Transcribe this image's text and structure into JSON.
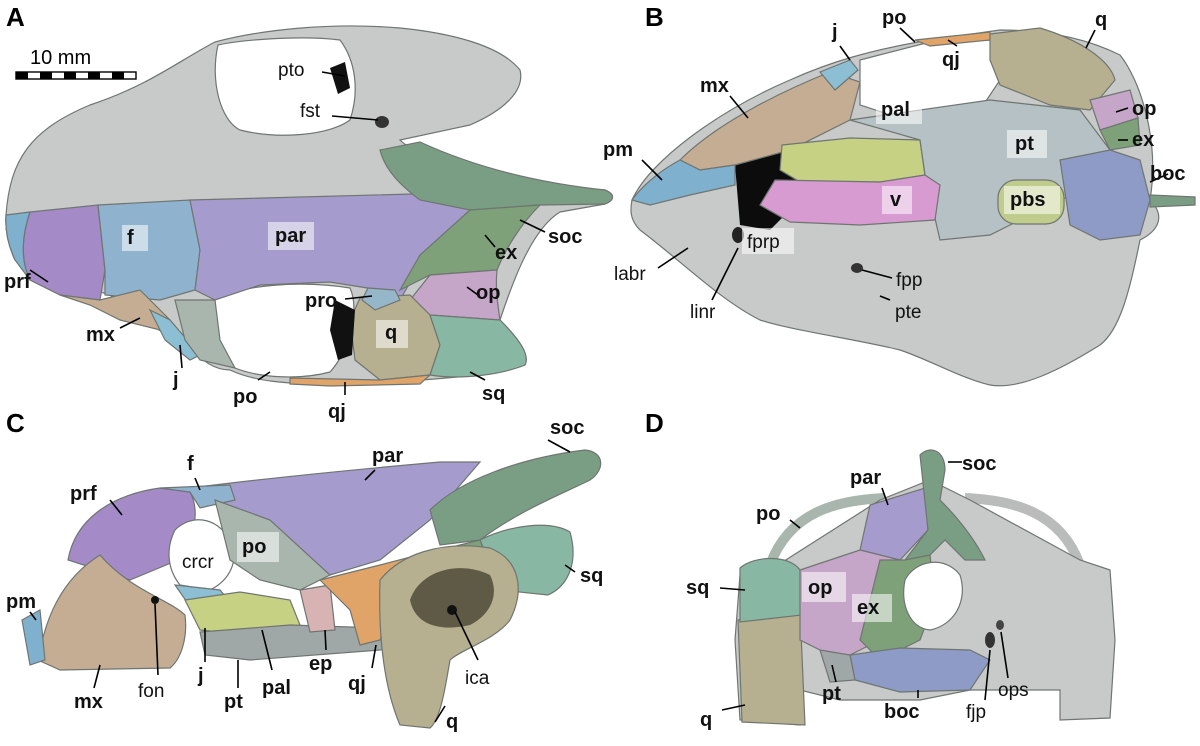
{
  "panels": [
    "A",
    "B",
    "C",
    "D"
  ],
  "scale_bar": {
    "label": "10 mm"
  },
  "colors": {
    "skull_base": "#c7cac8",
    "f": "#8fb3cf",
    "prf": "#a48ac7",
    "par": "#a59ccd",
    "soc": "#7a9e84",
    "ex": "#7ea17a",
    "op": "#c6a6c8",
    "q": "#b6b090",
    "qj": "#e0a468",
    "sq": "#88b8a4",
    "po": "#a9b6ad",
    "mx": "#c4ad92",
    "pm": "#7fb1cf",
    "j": "#8cbfd4",
    "pro": "#96b6c9",
    "pal": "#c7d183",
    "pt": "#b5c1c4",
    "pbs": "#c0cc8c",
    "v": "#d79ad1",
    "boc": "#8e9bc6",
    "ep": "#d7b3b3",
    "cavity": "#111111"
  },
  "panel_A": {
    "letter": "A",
    "labels": {
      "pto": "pto",
      "fst": "fst",
      "f": "f",
      "par": "par",
      "soc": "soc",
      "ex": "ex",
      "prf": "prf",
      "mx": "mx",
      "pro": "pro",
      "op": "op",
      "q": "q",
      "j": "j",
      "po": "po",
      "qj": "qj",
      "sq": "sq"
    }
  },
  "panel_B": {
    "letter": "B",
    "labels": {
      "j": "j",
      "po": "po",
      "q": "q",
      "qj": "qj",
      "mx": "mx",
      "op": "op",
      "pal": "pal",
      "ex": "ex",
      "pm": "pm",
      "pt": "pt",
      "boc": "boc",
      "v": "v",
      "pbs": "pbs",
      "fprp": "fprp",
      "labr": "labr",
      "fpp": "fpp",
      "linr": "linr",
      "pte": "pte"
    }
  },
  "panel_C": {
    "letter": "C",
    "labels": {
      "soc": "soc",
      "par": "par",
      "f": "f",
      "prf": "prf",
      "crcr": "crcr",
      "po": "po",
      "sq": "sq",
      "pm": "pm",
      "fon": "fon",
      "j": "j",
      "pt": "pt",
      "pal": "pal",
      "ep": "ep",
      "qj": "qj",
      "ica": "ica",
      "mx": "mx",
      "q": "q"
    }
  },
  "panel_D": {
    "letter": "D",
    "labels": {
      "soc": "soc",
      "par": "par",
      "po": "po",
      "sq": "sq",
      "op": "op",
      "ex": "ex",
      "pt": "pt",
      "boc": "boc",
      "fjp": "fjp",
      "ops": "ops",
      "q": "q"
    }
  }
}
